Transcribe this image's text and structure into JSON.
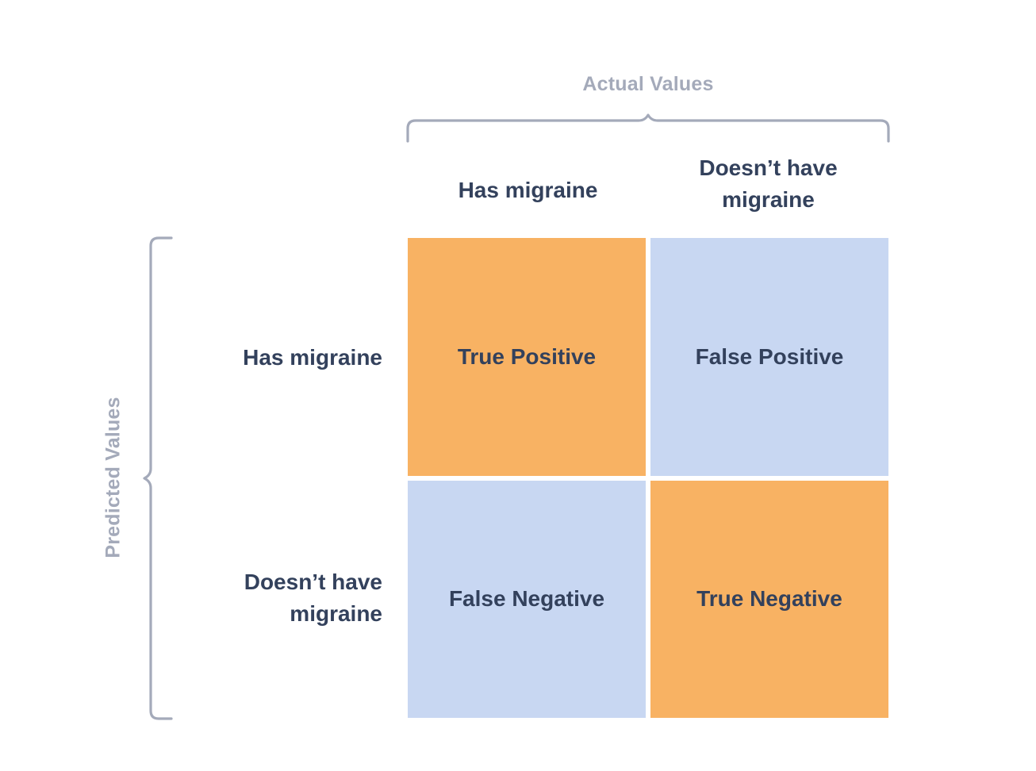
{
  "figure": {
    "title_top": "Actual Values",
    "title_left": "Predicted Values"
  },
  "colors": {
    "orange": "#f8b263",
    "blue": "#c8d7f2",
    "text_dark": "#33415c",
    "text_muted": "#a4aaba",
    "card_background": "#ffffff"
  },
  "columns": [
    {
      "label": "Has migraine"
    },
    {
      "label": "Doesn’t have migraine"
    }
  ],
  "rows": [
    {
      "label": "Has migraine"
    },
    {
      "label": "Doesn’t have migraine"
    }
  ],
  "cells": [
    {
      "label": "True Positive",
      "fill": "#f8b263"
    },
    {
      "label": "False Positive",
      "fill": "#c8d7f2"
    },
    {
      "label": "False Negative",
      "fill": "#c8d7f2"
    },
    {
      "label": "True Negative",
      "fill": "#f8b263"
    }
  ],
  "chart_data": {
    "type": "table",
    "title": "Confusion Matrix",
    "xlabel": "Actual Values",
    "ylabel": "Predicted Values",
    "categories": [
      "Has migraine",
      "Doesn’t have migraine"
    ],
    "row_categories": [
      "Has migraine",
      "Doesn’t have migraine"
    ],
    "matrix": [
      [
        "True Positive",
        "False Positive"
      ],
      [
        "False Negative",
        "True Negative"
      ]
    ],
    "cell_colors": [
      [
        "#f8b263",
        "#c8d7f2"
      ],
      [
        "#c8d7f2",
        "#f8b263"
      ]
    ],
    "grid": false,
    "legend": "none",
    "annotations": [
      "Actual Values",
      "Predicted Values"
    ]
  }
}
